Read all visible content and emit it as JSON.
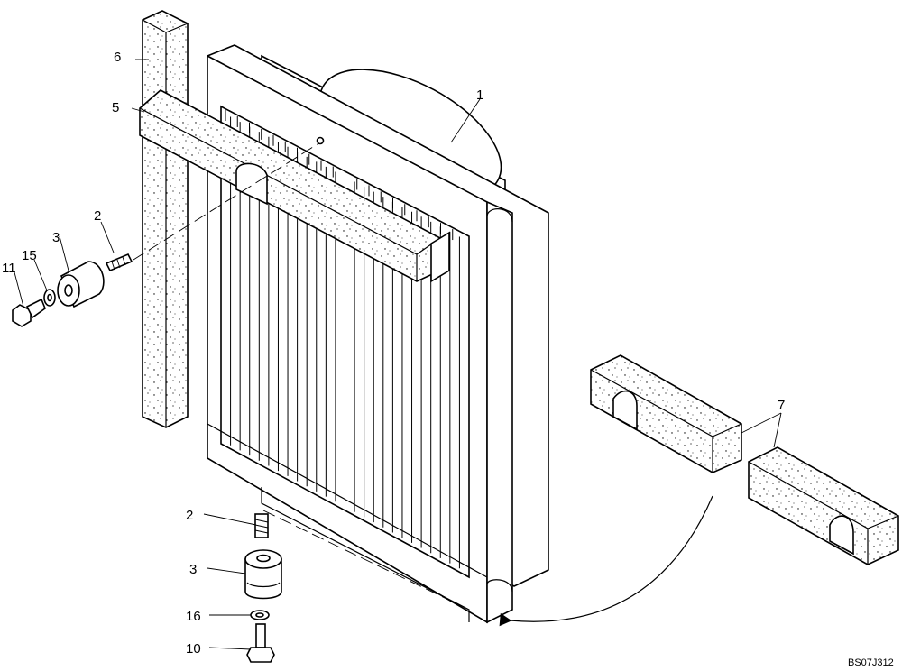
{
  "callouts": {
    "c1": "1",
    "c2_top": "2",
    "c2_bottom": "2",
    "c3_top": "3",
    "c3_bottom": "3",
    "c5": "5",
    "c6": "6",
    "c7": "7",
    "c10": "10",
    "c11": "11",
    "c15": "15",
    "c16": "16"
  },
  "drawing_code": "BS07J312"
}
